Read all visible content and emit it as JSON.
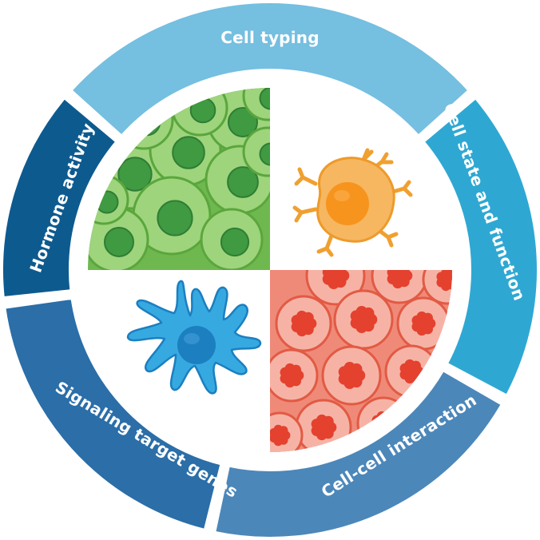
{
  "segments": [
    {
      "id": "cell-typing",
      "label": "Cell typing",
      "color": "#75bfe0"
    },
    {
      "id": "cell-state",
      "label": "Cell state and function",
      "color": "#2ea8d3"
    },
    {
      "id": "cell-cell",
      "label": "Cell-cell interaction",
      "color": "#4c87ba"
    },
    {
      "id": "signaling",
      "label": "Signaling target genes",
      "color": "#2b6ea8"
    },
    {
      "id": "hormone",
      "label": "Hormone activity",
      "color": "#0d5a8f"
    }
  ],
  "quadrants": {
    "top_left": {
      "icon": "green-plant-cells",
      "fill": "#7cc259",
      "cell_color": "#9ed47c",
      "nucleus_color": "#3f9a42"
    },
    "top_right": {
      "icon": "orange-immune-cell",
      "fill": "#f6b15a",
      "nucleus_color": "#f7941d"
    },
    "bottom_left": {
      "icon": "blue-dendritic-cell",
      "fill": "#31a6dc",
      "nucleus_color": "#1b7fc0"
    },
    "bottom_right": {
      "icon": "red-blood-cells",
      "fill": "#f18a78",
      "cell_color": "#f6b3a5",
      "nucleus_color": "#e4412f"
    }
  }
}
